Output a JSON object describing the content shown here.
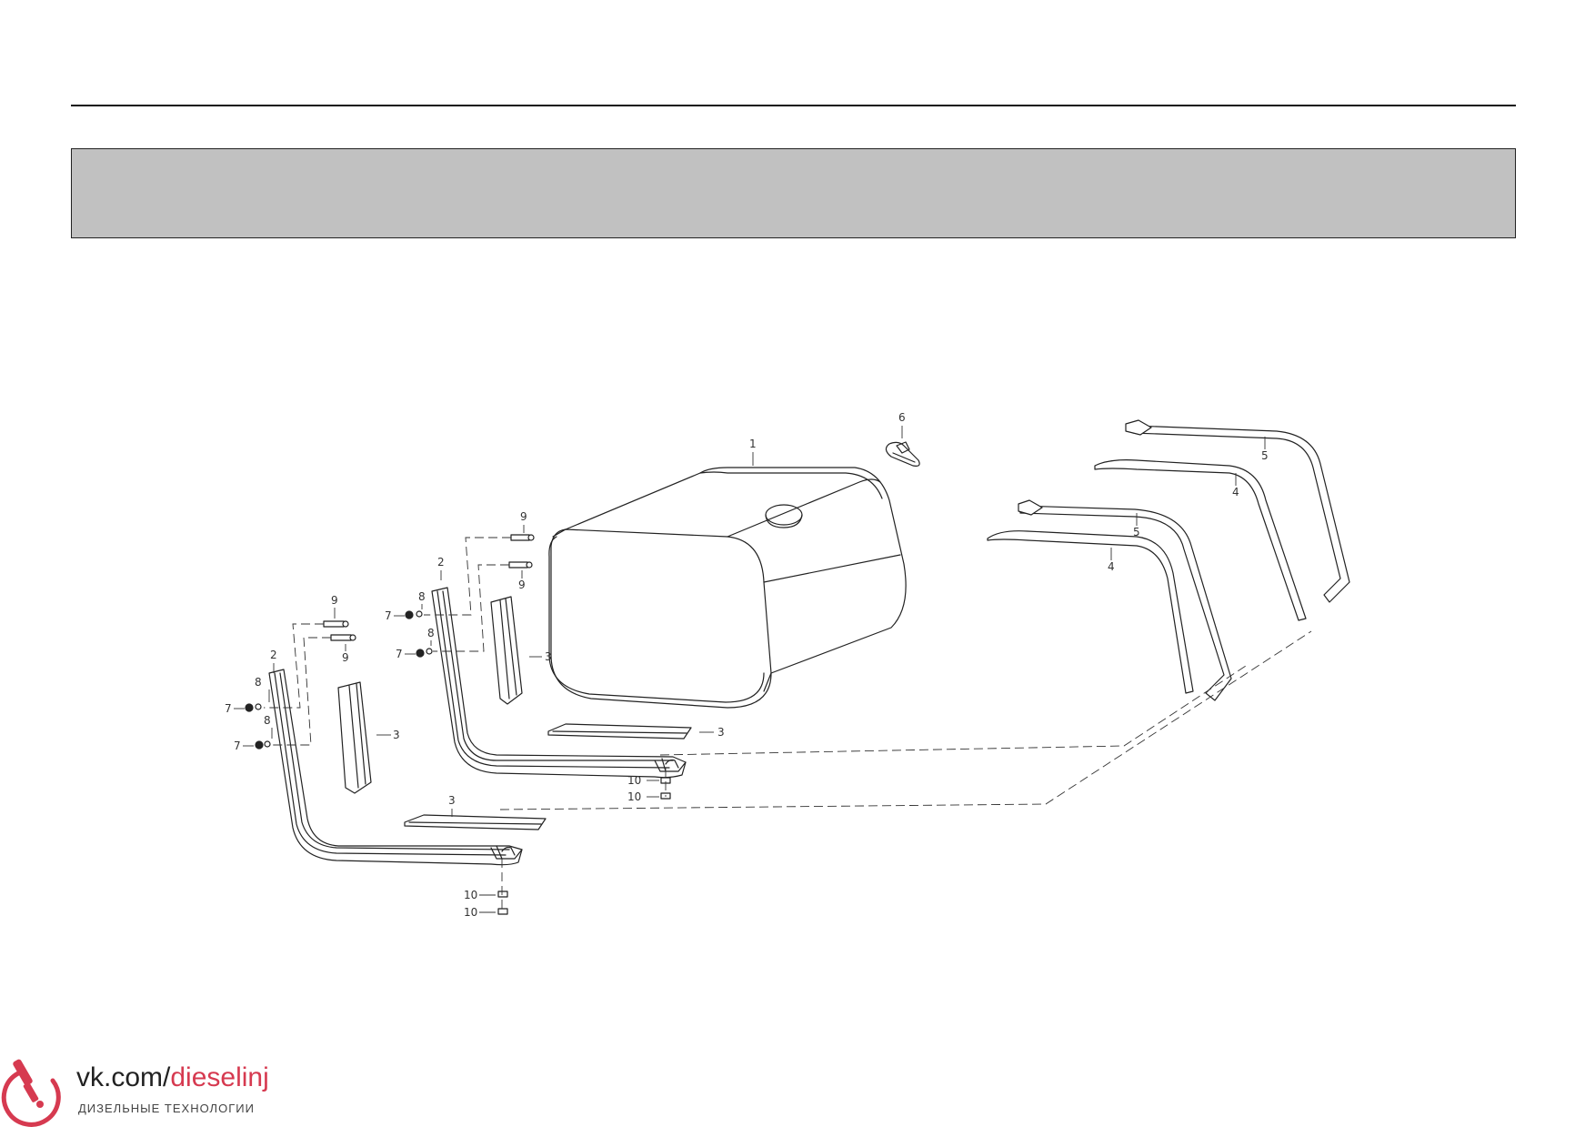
{
  "callouts": {
    "c1": "1",
    "c2a": "2",
    "c2b": "2",
    "c3a": "3",
    "c3b": "3",
    "c3c": "3",
    "c3d": "3",
    "c4a": "4",
    "c4b": "4",
    "c5a": "5",
    "c5b": "5",
    "c6": "6",
    "c7a": "7",
    "c7b": "7",
    "c7c": "7",
    "c7d": "7",
    "c8a": "8",
    "c8b": "8",
    "c8c": "8",
    "c8d": "8",
    "c9a": "9",
    "c9b": "9",
    "c9c": "9",
    "c9d": "9",
    "c10a": "10",
    "c10b": "10",
    "c10c": "10",
    "c10d": "10"
  },
  "watermark": {
    "prefix": "vk.com/",
    "accent": "dieselinj",
    "subtitle": "ДИЗЕЛЬНЫЕ ТЕХНОЛОГИИ",
    "icon": "fuel-injector-logo",
    "accent_color": "#d63a50"
  },
  "colors": {
    "banner": "#c1c1c1",
    "line": "#111111"
  }
}
